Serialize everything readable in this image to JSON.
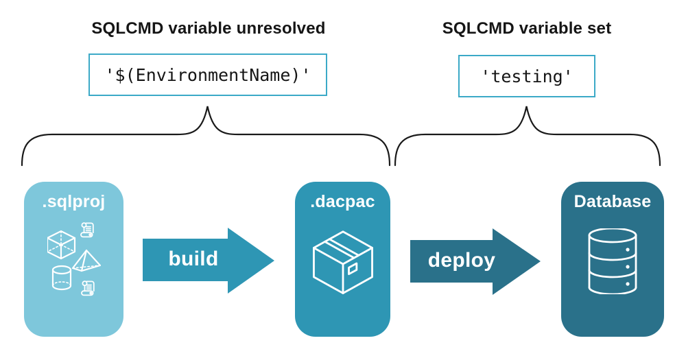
{
  "annotations": {
    "unresolved": {
      "title": "SQLCMD variable unresolved",
      "code": "'$(EnvironmentName)'"
    },
    "set": {
      "title": "SQLCMD variable set",
      "code": "'testing'"
    }
  },
  "stages": [
    {
      "label": ".sqlproj",
      "icon": "sql-objects-icon",
      "fill": "#7EC7DB"
    },
    {
      "label": ".dacpac",
      "icon": "package-icon",
      "fill": "#2E96B4"
    },
    {
      "label": "Database",
      "icon": "database-icon",
      "fill": "#2A718A"
    }
  ],
  "arrows": [
    {
      "label": "build",
      "fill": "#2E96B4"
    },
    {
      "label": "deploy",
      "fill": "#2A718A"
    }
  ],
  "colors": {
    "code_box_border": "#3BA9C7",
    "brace_stroke": "#1A1A1A",
    "text": "#151515",
    "icon_stroke": "#FFFFFF",
    "stage_sqlproj": "#7EC7DB",
    "stage_dacpac": "#2E96B4",
    "stage_database": "#2A718A"
  }
}
